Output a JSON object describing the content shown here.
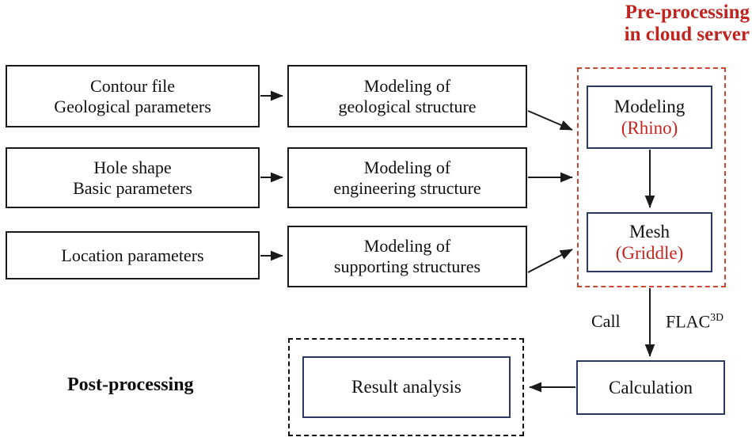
{
  "diagram": {
    "title_section_cloud": "Pre-processing\nin cloud server",
    "cloud_title_line1": "Pre-processing",
    "cloud_title_line2": "in cloud server",
    "post_processing_label": "Post-processing",
    "colors": {
      "red_accent": "#c0241f",
      "dashed_red": "#d1462f",
      "box_navy": "#2c3a63",
      "box_black": "#1a1a1a",
      "text_black": "#111111"
    },
    "inputs": [
      {
        "id": "input-contour",
        "line1": "Contour file",
        "line2": "Geological parameters"
      },
      {
        "id": "input-hole",
        "line1": "Hole shape",
        "line2": "Basic parameters"
      },
      {
        "id": "input-location",
        "line1": "Location parameters",
        "line2": ""
      }
    ],
    "modeling_steps": [
      {
        "id": "model-geological",
        "line1": "Modeling of",
        "line2": "geological structure"
      },
      {
        "id": "model-engineering",
        "line1": "Modeling of",
        "line2": "engineering structure"
      },
      {
        "id": "model-supporting",
        "line1": "Modeling of",
        "line2": "supporting structures"
      }
    ],
    "cloud_steps": [
      {
        "id": "cloud-modeling",
        "line1": "Modeling",
        "line2": "(Rhino)"
      },
      {
        "id": "cloud-mesh",
        "line1": "Mesh",
        "line2": "(Griddle)"
      }
    ],
    "edge_labels": {
      "call": "Call",
      "flac_base": "FLAC",
      "flac_sup": "3D"
    },
    "calculation": {
      "id": "calculation",
      "label": "Calculation"
    },
    "result": {
      "id": "result-analysis",
      "label": "Result analysis"
    }
  }
}
